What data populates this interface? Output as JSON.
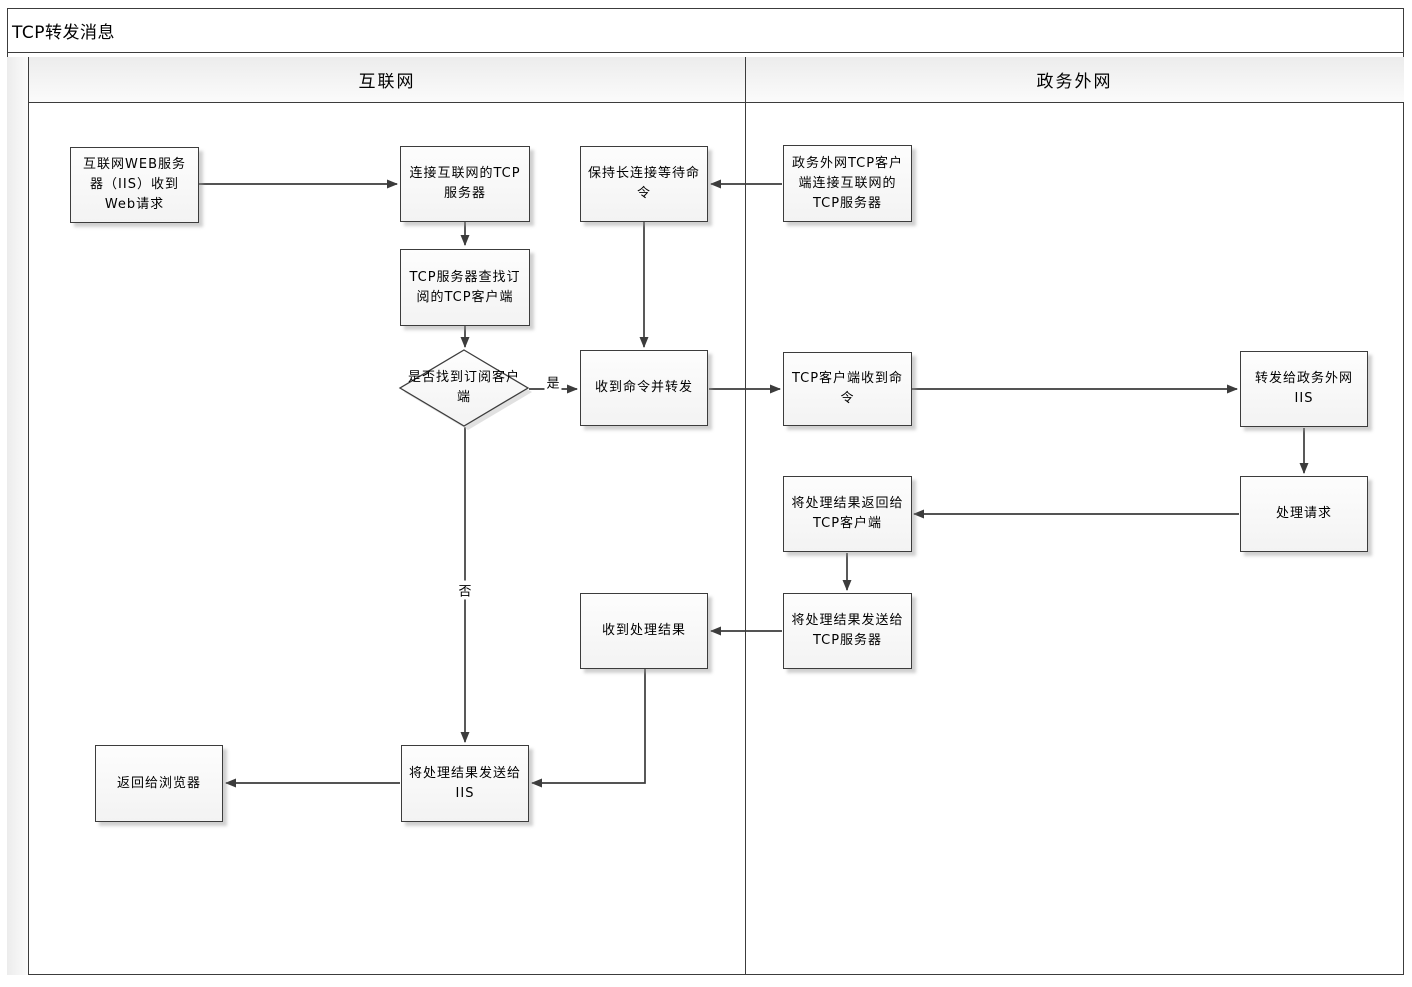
{
  "title": "TCP转发消息",
  "lanes": [
    {
      "label": "互联网"
    },
    {
      "label": "政务外网"
    }
  ],
  "decision_labels": {
    "yes": "是",
    "no": "否"
  },
  "nodes": {
    "web_request": {
      "label": "互联网WEB服务器（IIS）收到Web请求",
      "lane": "互联网",
      "shape": "rect"
    },
    "connect_tcp": {
      "label": "连接互联网的TCP服务器",
      "lane": "互联网",
      "shape": "rect"
    },
    "find_client": {
      "label": "TCP服务器查找订阅的TCP客户端",
      "lane": "互联网",
      "shape": "rect"
    },
    "decision_found": {
      "label": "是否找到订阅客户端",
      "lane": "互联网",
      "shape": "diamond"
    },
    "keep_alive": {
      "label": "保持长连接等待命令",
      "lane": "互联网",
      "shape": "rect"
    },
    "receive_forward": {
      "label": "收到命令并转发",
      "lane": "互联网",
      "shape": "rect"
    },
    "receive_result": {
      "label": "收到处理结果",
      "lane": "互联网",
      "shape": "rect"
    },
    "send_to_iis": {
      "label": "将处理结果发送给IIS",
      "lane": "互联网",
      "shape": "rect"
    },
    "return_browser": {
      "label": "返回给浏览器",
      "lane": "互联网",
      "shape": "rect"
    },
    "gov_client_connect": {
      "label": "政务外网TCP客户端连接互联网的TCP服务器",
      "lane": "政务外网",
      "shape": "rect"
    },
    "client_receive_cmd": {
      "label": "TCP客户端收到命令",
      "lane": "政务外网",
      "shape": "rect"
    },
    "forward_gov_iis": {
      "label": "转发给政务外网IIS",
      "lane": "政务外网",
      "shape": "rect"
    },
    "handle_request": {
      "label": "处理请求",
      "lane": "政务外网",
      "shape": "rect"
    },
    "return_result_client": {
      "label": "将处理结果返回给TCP客户端",
      "lane": "政务外网",
      "shape": "rect"
    },
    "send_result_server": {
      "label": "将处理结果发送给TCP服务器",
      "lane": "政务外网",
      "shape": "rect"
    }
  },
  "edges": [
    {
      "from": "web_request",
      "to": "connect_tcp"
    },
    {
      "from": "connect_tcp",
      "to": "find_client"
    },
    {
      "from": "find_client",
      "to": "decision_found"
    },
    {
      "from": "decision_found",
      "to": "receive_forward",
      "label": "是"
    },
    {
      "from": "decision_found",
      "to": "send_to_iis",
      "label": "否"
    },
    {
      "from": "keep_alive",
      "to": "receive_forward"
    },
    {
      "from": "gov_client_connect",
      "to": "keep_alive"
    },
    {
      "from": "receive_forward",
      "to": "client_receive_cmd"
    },
    {
      "from": "client_receive_cmd",
      "to": "forward_gov_iis"
    },
    {
      "from": "forward_gov_iis",
      "to": "handle_request"
    },
    {
      "from": "handle_request",
      "to": "return_result_client"
    },
    {
      "from": "return_result_client",
      "to": "send_result_server"
    },
    {
      "from": "send_result_server",
      "to": "receive_result"
    },
    {
      "from": "receive_result",
      "to": "send_to_iis"
    },
    {
      "from": "send_to_iis",
      "to": "return_browser"
    }
  ],
  "colors": {
    "line": "#3c3c3c",
    "shadow": "#d9d9d9",
    "header_fill": "#ececec"
  }
}
